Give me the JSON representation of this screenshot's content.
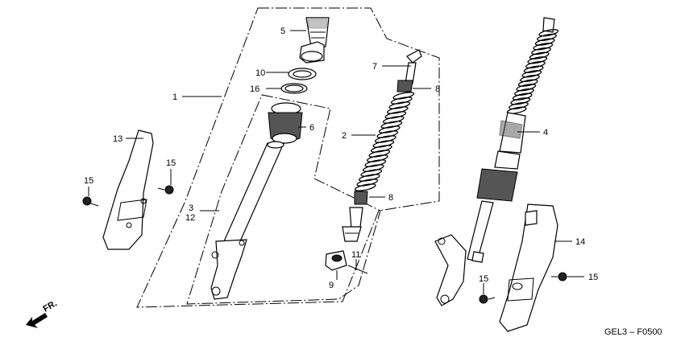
{
  "diagram": {
    "code": "GEL3 – F0500",
    "direction_label": "FR.",
    "callouts": [
      {
        "id": "c1",
        "text": "1"
      },
      {
        "id": "c2",
        "text": "2"
      },
      {
        "id": "c3",
        "text": "3"
      },
      {
        "id": "c4",
        "text": "4"
      },
      {
        "id": "c5",
        "text": "5"
      },
      {
        "id": "c6",
        "text": "6"
      },
      {
        "id": "c7",
        "text": "7"
      },
      {
        "id": "c8a",
        "text": "8"
      },
      {
        "id": "c8b",
        "text": "8"
      },
      {
        "id": "c9",
        "text": "9"
      },
      {
        "id": "c10",
        "text": "10"
      },
      {
        "id": "c11",
        "text": "11"
      },
      {
        "id": "c12",
        "text": "12"
      },
      {
        "id": "c13",
        "text": "13"
      },
      {
        "id": "c14",
        "text": "14"
      },
      {
        "id": "c15a",
        "text": "15"
      },
      {
        "id": "c15b",
        "text": "15"
      },
      {
        "id": "c15c",
        "text": "15"
      },
      {
        "id": "c15d",
        "text": "15"
      },
      {
        "id": "c16",
        "text": "16"
      }
    ]
  }
}
